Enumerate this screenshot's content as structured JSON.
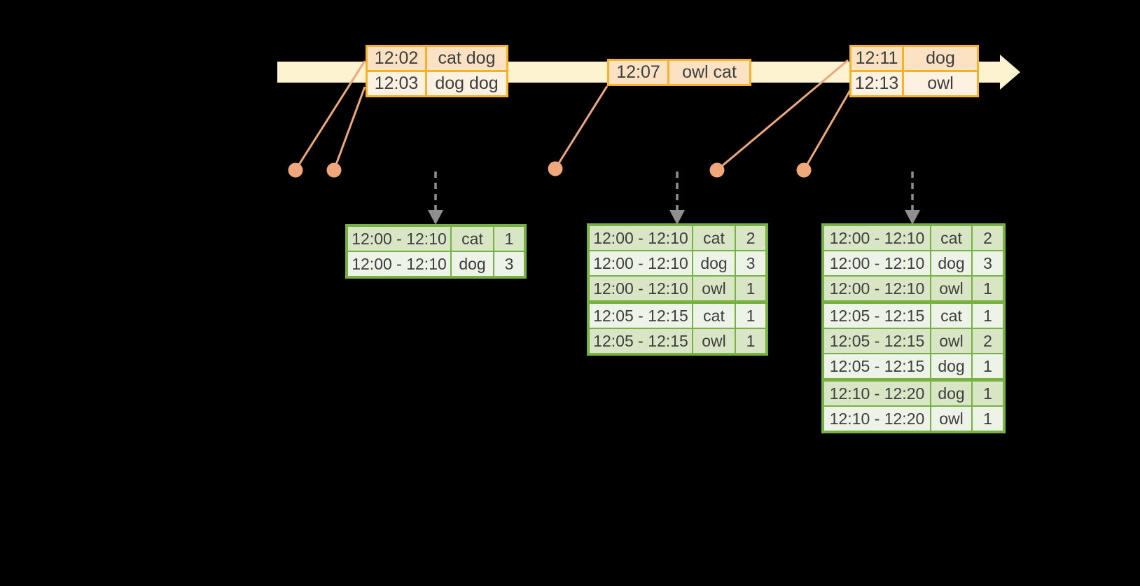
{
  "colors": {
    "bg": "#000000",
    "band": "#fdf3d1",
    "gold": "#f3b22a",
    "peach": "#fbe2c2",
    "cream": "#fdf1e1",
    "salmon": "#eba87e",
    "dot": "#efa77b",
    "gray": "#8f8f8f",
    "green": "#77b043",
    "green-dark": "#d9e6c6",
    "green-light": "#eef3e8",
    "text": "#3e3e3e"
  },
  "event_tables": [
    {
      "rows": [
        [
          "12:02",
          "cat dog"
        ],
        [
          "12:03",
          "dog dog"
        ]
      ]
    },
    {
      "rows": [
        [
          "12:07",
          "owl cat"
        ]
      ]
    },
    {
      "rows": [
        [
          "12:11",
          "dog"
        ],
        [
          "12:13",
          "owl"
        ]
      ]
    }
  ],
  "result_tables": [
    {
      "rows": [
        [
          "12:00 - 12:10",
          "cat",
          "1"
        ],
        [
          "12:00 - 12:10",
          "dog",
          "3"
        ]
      ],
      "group_breaks": []
    },
    {
      "rows": [
        [
          "12:00 - 12:10",
          "cat",
          "2"
        ],
        [
          "12:00 - 12:10",
          "dog",
          "3"
        ],
        [
          "12:00 - 12:10",
          "owl",
          "1"
        ],
        [
          "12:05 - 12:15",
          "cat",
          "1"
        ],
        [
          "12:05 - 12:15",
          "owl",
          "1"
        ]
      ],
      "group_breaks": [
        3
      ]
    },
    {
      "rows": [
        [
          "12:00 - 12:10",
          "cat",
          "2"
        ],
        [
          "12:00 - 12:10",
          "dog",
          "3"
        ],
        [
          "12:00 - 12:10",
          "owl",
          "1"
        ],
        [
          "12:05 - 12:15",
          "cat",
          "1"
        ],
        [
          "12:05 - 12:15",
          "owl",
          "2"
        ],
        [
          "12:05 - 12:15",
          "dog",
          "1"
        ],
        [
          "12:10 - 12:20",
          "dog",
          "1"
        ],
        [
          "12:10 - 12:20",
          "owl",
          "1"
        ]
      ],
      "group_breaks": [
        3,
        6
      ]
    }
  ]
}
